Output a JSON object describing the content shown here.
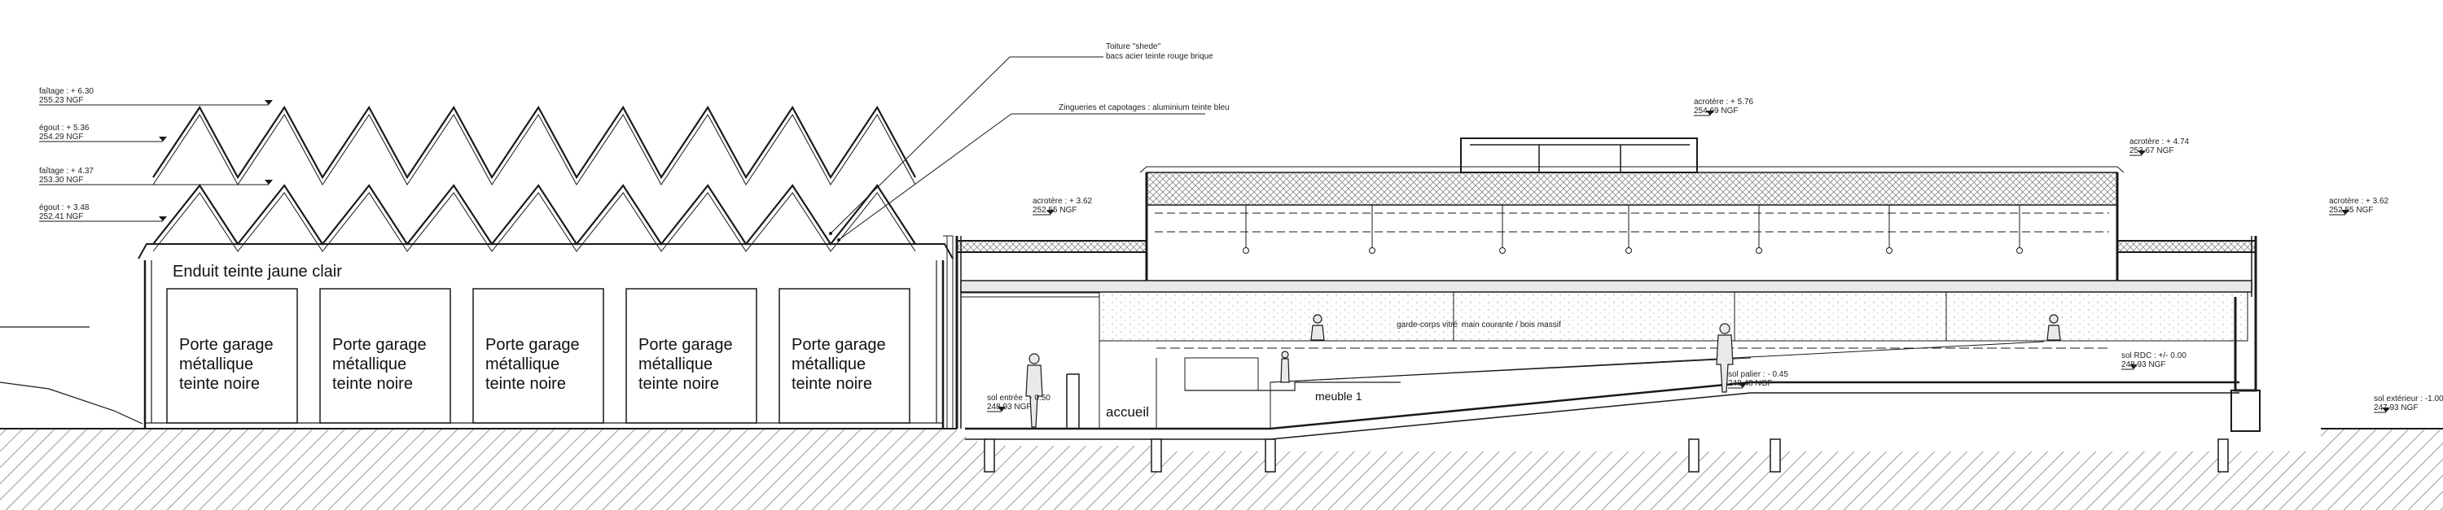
{
  "notes": {
    "roof": [
      "Toiture \"shede\"",
      "bacs acier teinte rouge brique"
    ],
    "zinc": [
      "Zingueries et capotages : aluminium teinte bleu"
    ],
    "enduit": "Enduit teinte jaune clair",
    "porte": [
      "Porte garage",
      "métallique",
      "teinte noire"
    ],
    "accueil": "accueil",
    "meuble": "meuble 1",
    "rampe": [
      "garde-corps vitré",
      "main courante / bois massif"
    ]
  },
  "levels": {
    "faitage1": [
      "faîtage : + 6.30",
      "255.23 NGF"
    ],
    "egout1": [
      "égout : + 5.36",
      "254.29 NGF"
    ],
    "faitage2": [
      "faîtage : + 4.37",
      "253.30 NGF"
    ],
    "egout2": [
      "égout : + 3.48",
      "252.41 NGF"
    ],
    "acrotere_top": [
      "acrotère : + 5.76",
      "254.69 NGF"
    ],
    "acrotere_mid": [
      "acrotère : + 4.74",
      "253.67 NGF"
    ],
    "acrotere_left": [
      "acrotère : + 3.62",
      "252.55 NGF"
    ],
    "acrotere_right": [
      "acrotère : + 3.62",
      "252.55 NGF"
    ],
    "sol_rdc": [
      "sol RDC : +/- 0.00",
      "248.93 NGF"
    ],
    "sol_palier": [
      "sol palier : - 0.45",
      "248.48 NGF"
    ],
    "sol_entree": [
      "sol entrée : - 0.50",
      "248.93 NGF"
    ],
    "sol_exterieur": [
      "sol extérieur : -1.00",
      "247.93 NGF"
    ]
  },
  "colors": {
    "line": "#1a1a1a",
    "hatch": "#9a9a9a",
    "insulation": "#dcdcdc"
  }
}
